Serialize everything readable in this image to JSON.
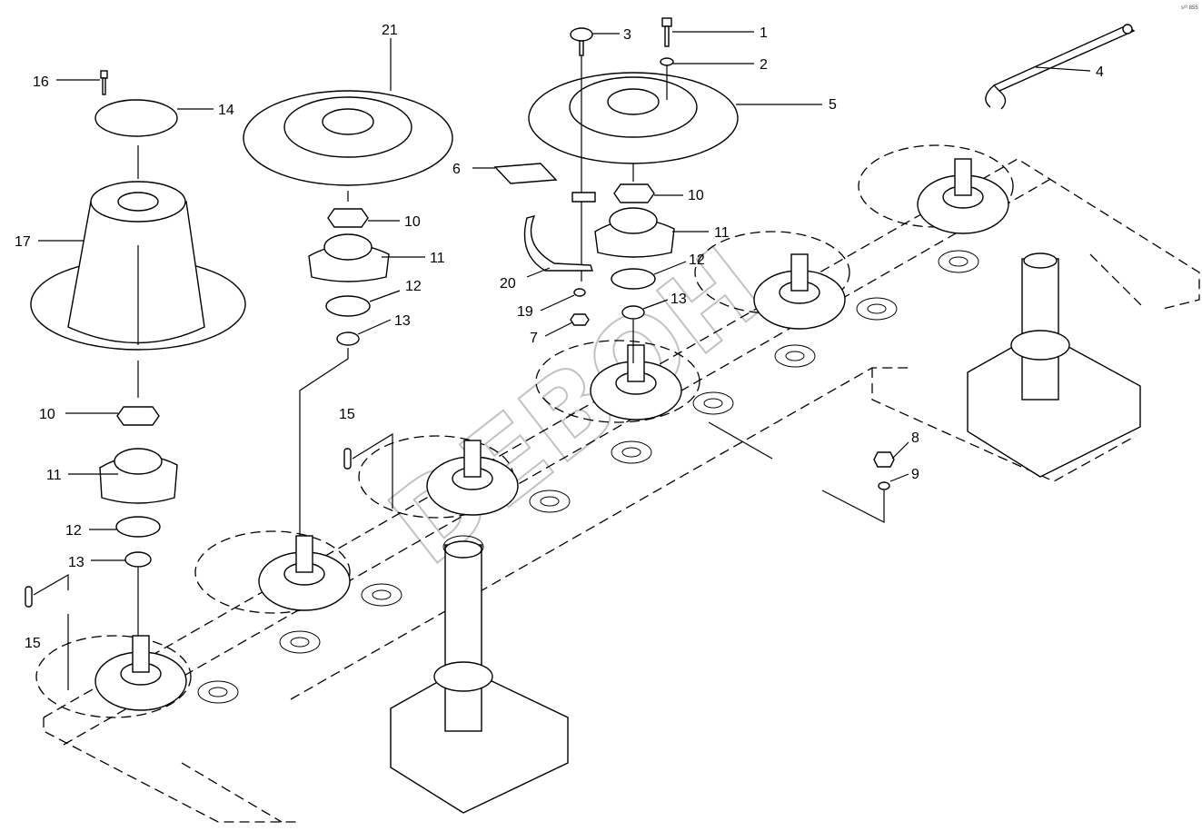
{
  "watermark": "DEBOH",
  "corner_mark": "s²² 855",
  "callouts": [
    {
      "id": "c1",
      "text": "1"
    },
    {
      "id": "c2",
      "text": "2"
    },
    {
      "id": "c3",
      "text": "3"
    },
    {
      "id": "c4",
      "text": "4"
    },
    {
      "id": "c5",
      "text": "5"
    },
    {
      "id": "c6",
      "text": "6"
    },
    {
      "id": "c7",
      "text": "7"
    },
    {
      "id": "c8",
      "text": "8"
    },
    {
      "id": "c9",
      "text": "9"
    },
    {
      "id": "c10a",
      "text": "10"
    },
    {
      "id": "c10b",
      "text": "10"
    },
    {
      "id": "c10c",
      "text": "10"
    },
    {
      "id": "c11a",
      "text": "11"
    },
    {
      "id": "c11b",
      "text": "11"
    },
    {
      "id": "c11c",
      "text": "11"
    },
    {
      "id": "c12a",
      "text": "12"
    },
    {
      "id": "c12b",
      "text": "12"
    },
    {
      "id": "c12c",
      "text": "12"
    },
    {
      "id": "c13a",
      "text": "13"
    },
    {
      "id": "c13b",
      "text": "13"
    },
    {
      "id": "c13c",
      "text": "13"
    },
    {
      "id": "c14",
      "text": "14"
    },
    {
      "id": "c15a",
      "text": "15"
    },
    {
      "id": "c15b",
      "text": "15"
    },
    {
      "id": "c16",
      "text": "16"
    },
    {
      "id": "c17",
      "text": "17"
    },
    {
      "id": "c19",
      "text": "19"
    },
    {
      "id": "c20",
      "text": "20"
    },
    {
      "id": "c21",
      "text": "21"
    }
  ]
}
